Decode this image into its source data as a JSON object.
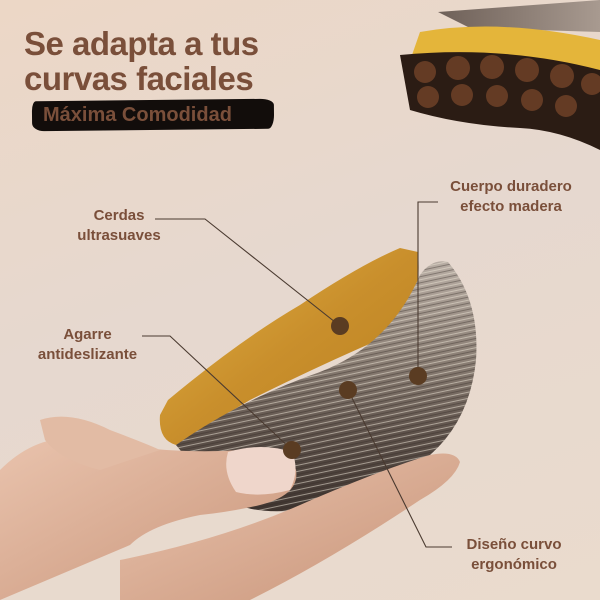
{
  "headline": {
    "line1": "Se adapta a tus",
    "line2": "curvas faciales"
  },
  "subtitle": "Máxima Comodidad",
  "callouts": [
    {
      "line1": "Cerdas",
      "line2": "ultrasuaves"
    },
    {
      "line1": "Agarre",
      "line2": "antideslizante"
    },
    {
      "line1": "Cuerpo duradero",
      "line2": "efecto madera"
    },
    {
      "line1": "Diseño curvo",
      "line2": "ergonómico"
    }
  ],
  "colors": {
    "text": "#7a4f3a",
    "brush_stroke": "#120d0b",
    "background": "#e8d8cb",
    "bristle_gold": "#d9a33a",
    "marker_dot": "#5a3c22",
    "leader_line": "#4a3a30"
  }
}
